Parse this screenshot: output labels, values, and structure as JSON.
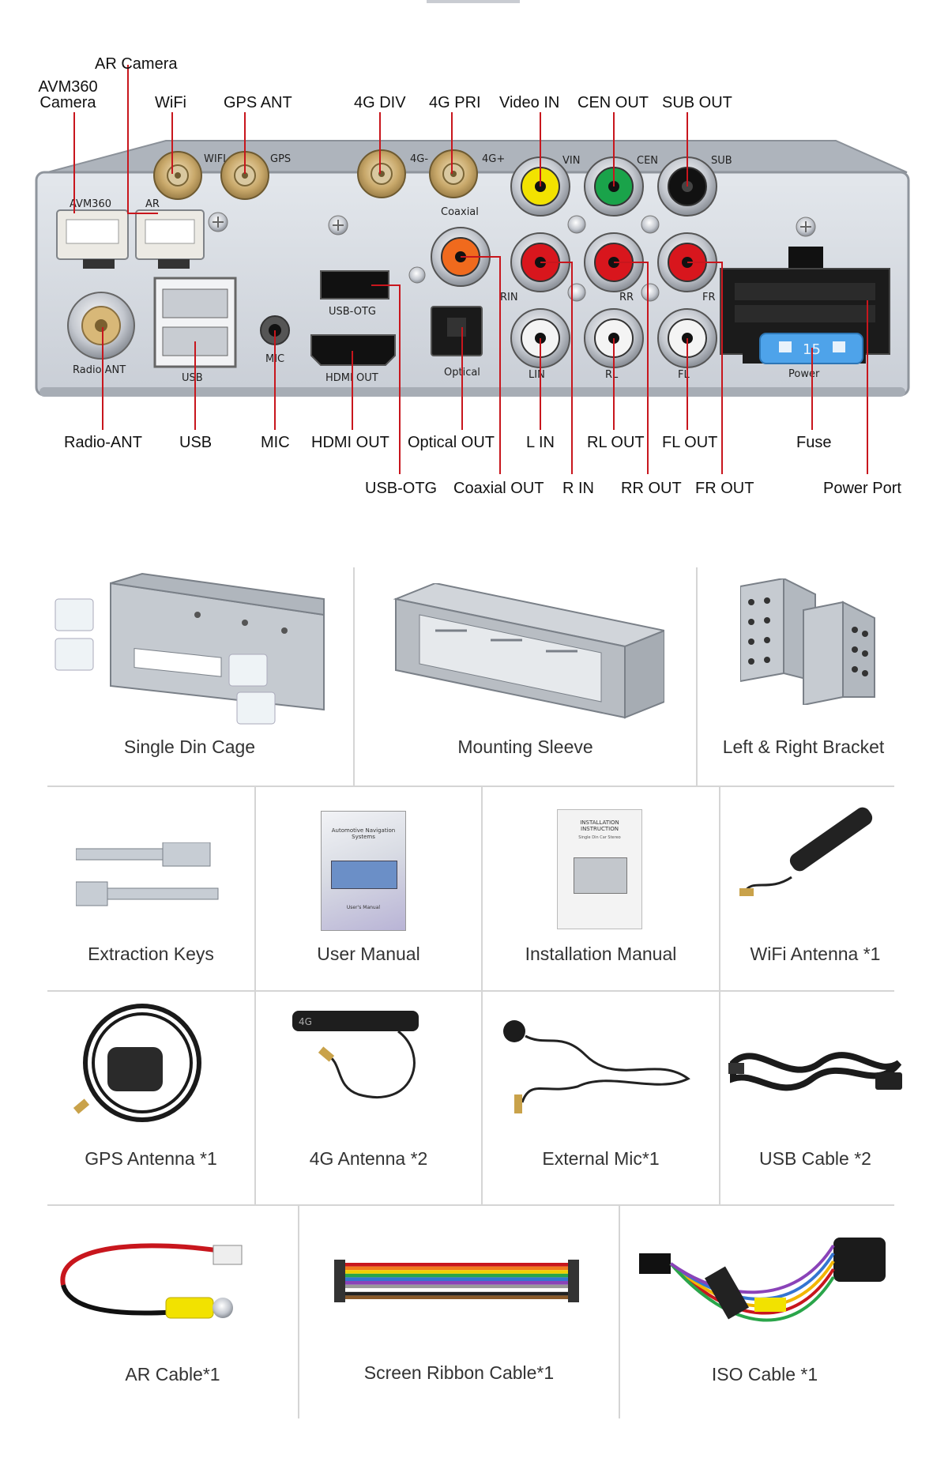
{
  "panel": {
    "callouts_top": {
      "ar_camera": "AR Camera",
      "avm360_camera": "AVM360\nCamera",
      "wifi": "WiFi",
      "gps_ant": "GPS ANT",
      "4g_div": "4G DIV",
      "4g_pri": "4G PRI",
      "video_in": "Video IN",
      "cen_out": "CEN OUT",
      "sub_out": "SUB OUT"
    },
    "callouts_bottom_row1": {
      "radio_ant": "Radio-ANT",
      "usb": "USB",
      "mic": "MIC",
      "hdmi_out": "HDMI OUT",
      "optical_out": "Optical OUT",
      "l_in": "L IN",
      "rl_out": "RL OUT",
      "fl_out": "FL OUT",
      "fuse": "Fuse"
    },
    "callouts_bottom_row2": {
      "usb_otg": "USB-OTG",
      "coaxial_out": "Coaxial OUT",
      "r_in": "R IN",
      "rr_out": "RR OUT",
      "fr_out": "FR OUT",
      "power_port": "Power Port"
    },
    "printed": {
      "wifi": "WIFI",
      "gps": "GPS",
      "4g_minus": "4G-",
      "4g_plus": "4G+",
      "vin": "VIN",
      "cen": "CEN",
      "sub": "SUB",
      "avm360": "AVM360",
      "ar": "AR",
      "coaxial": "Coaxial",
      "rin": "RIN",
      "rr": "RR",
      "fr": "FR",
      "usb_otg": "USB-OTG",
      "radio_ant": "Radio ANT",
      "usb": "USB",
      "mic": "MIC",
      "hdmi_out": "HDMI OUT",
      "optical": "Optical",
      "lin": "LIN",
      "rl": "RL",
      "fl": "FL",
      "power": "Power",
      "fuse_value": "15"
    }
  },
  "accessories": {
    "single_din_cage": "Single Din Cage",
    "mounting_sleeve": "Mounting Sleeve",
    "left_right_bracket": "Left & Right Bracket",
    "extraction_keys": "Extraction Keys",
    "user_manual": "User Manual",
    "installation_manual": "Installation Manual",
    "wifi_antenna": "WiFi Antenna *1",
    "gps_antenna": "GPS Antenna *1",
    "antenna_4g": "4G Antenna *2",
    "external_mic": "External Mic*1",
    "usb_cable": "USB Cable *2",
    "ar_cable": "AR Cable*1",
    "screen_ribbon_cable": "Screen Ribbon Cable*1",
    "iso_cable": "ISO Cable *1"
  },
  "printed_on_items": {
    "user_manual_title": "Automotive Navigation Systems",
    "user_manual_footer": "User's Manual",
    "install_manual_title": "INSTALLATION INSTRUCTION",
    "install_manual_sub": "Single Din Car Stereo",
    "antenna_4g_mark": "4G"
  },
  "colors": {
    "callout_line": "#c8161d",
    "panel_face": "#d7dce3",
    "rca_yellow": "#f2e200",
    "rca_green": "#1aa34a",
    "rca_black": "#111111",
    "rca_red": "#d8161d",
    "rca_white": "#f4f4f4",
    "rca_orange": "#f06a1d",
    "fuse_blue": "#4ea3ea",
    "grid_line": "#d5d5d5"
  }
}
